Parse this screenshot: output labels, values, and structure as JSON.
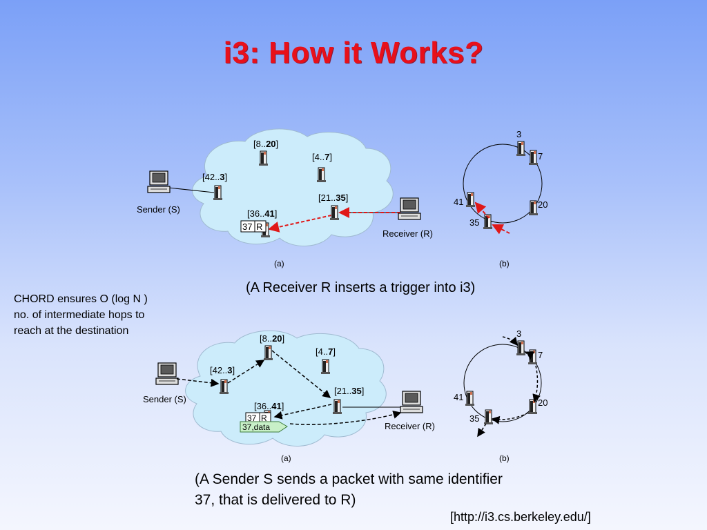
{
  "slide": {
    "title": "i3: How it Works?",
    "caption_top": "(A Receiver R inserts a trigger into i3)",
    "caption_bottom_line1": "(A Sender S sends a packet with same identifier",
    "caption_bottom_line2": "37, that is delivered to R)",
    "side_note_line1": "CHORD ensures O (log N )",
    "side_note_line2": "no. of intermediate hops to",
    "side_note_line3": "reach at the destination",
    "source": "[http://i3.cs.berkeley.edu/]"
  },
  "colors": {
    "title": "#e8101a",
    "cloud": "#ccecfb",
    "arrow_red": "#e01818",
    "arrow_black": "#000000",
    "data_tag": "#c8f0c8"
  },
  "diagram_top": {
    "sender_label": "Sender (S)",
    "receiver_label": "Receiver (R)",
    "panel_a_label": "(a)",
    "panel_b_label": "(b)",
    "node_8_20": {
      "pre": "[8..",
      "bold": "20",
      "post": "]"
    },
    "node_4_7": {
      "pre": "[4..",
      "bold": "7",
      "post": "]"
    },
    "node_42_3": {
      "pre": "[42..",
      "bold": "3",
      "post": "]"
    },
    "node_21_35": {
      "pre": "[21..",
      "bold": "35",
      "post": "]"
    },
    "node_36_41": {
      "pre": "[36..",
      "bold": "41",
      "post": "]"
    },
    "trigger_id": "37",
    "trigger_r": "R",
    "ring_3": "3",
    "ring_7": "7",
    "ring_20": "20",
    "ring_35": "35",
    "ring_41": "41"
  },
  "diagram_bottom": {
    "sender_label": "Sender (S)",
    "receiver_label": "Receiver (R)",
    "panel_a_label": "(a)",
    "panel_b_label": "(b)",
    "node_8_20": {
      "pre": "[8..",
      "bold": "20",
      "post": "]"
    },
    "node_4_7": {
      "pre": "[4..",
      "bold": "7",
      "post": "]"
    },
    "node_42_3": {
      "pre": "[42..",
      "bold": "3",
      "post": "]"
    },
    "node_21_35": {
      "pre": "[21..",
      "bold": "35",
      "post": "]"
    },
    "node_36_41": {
      "pre": "[36..",
      "bold": "41",
      "post": "]"
    },
    "trigger_id": "37",
    "trigger_r": "R",
    "data_tag": "37,data",
    "ring_3": "3",
    "ring_7": "7",
    "ring_20": "20",
    "ring_35": "35",
    "ring_41": "41"
  }
}
